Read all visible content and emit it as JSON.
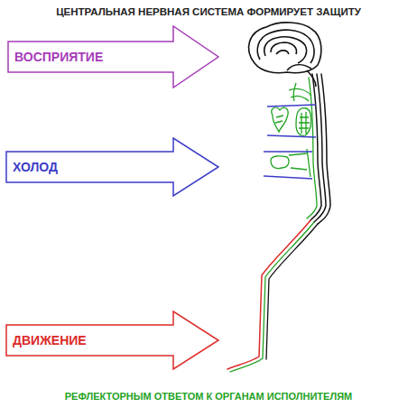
{
  "diagram": {
    "title": "ЦЕНТРАЛЬНАЯ НЕРВНАЯ СИСТЕМА ФОРМИРУЕТ ЗАЩИТУ",
    "caption": "РЕФЛЕКТОРНЫМ ОТВЕТОМ К ОРГАНАМ ИСПОЛНИТЕЛЯМ",
    "nodes": [
      {
        "text": [
          "ВОСПРИЯТИЕ"
        ]
      },
      {
        "text": [
          "ХОЛОД"
        ]
      },
      {
        "text": [
          "ДВИЖЕНИЕ"
        ]
      }
    ]
  }
}
